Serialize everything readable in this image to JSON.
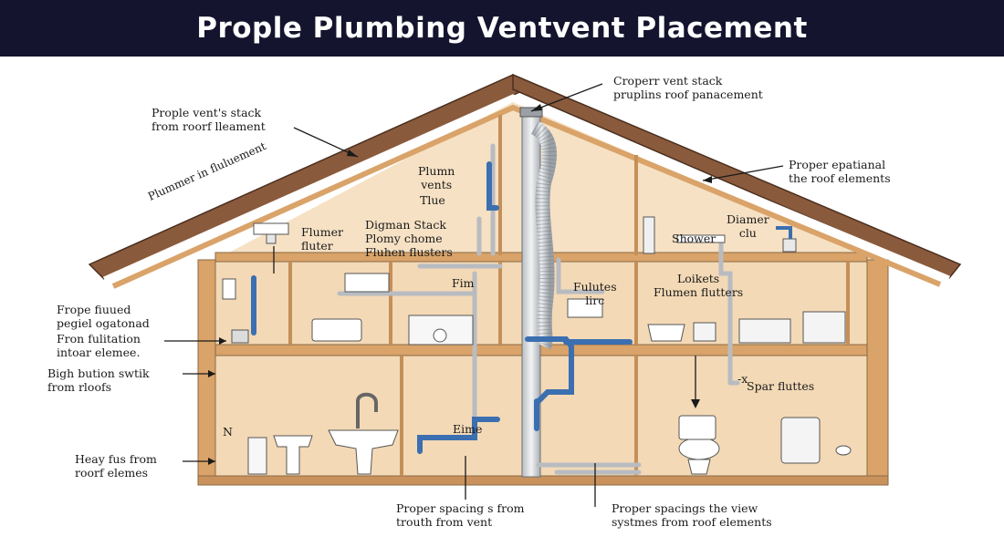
{
  "title": "Prople Plumbing Ventvent Placement",
  "labels": {
    "top_center": [
      "Croperr vent stack",
      "pruplins roof panacement"
    ],
    "top_left": [
      "Prople vent's stack",
      "from roorf lleament"
    ],
    "roof_diagonal": "Plummer in fluluement",
    "right_roof": [
      "Proper epatianal",
      "the roof elements"
    ],
    "plumn_vents": [
      "Plumn",
      "vents"
    ],
    "tlue": "Tlue",
    "flumer_fluter": [
      "Flumer",
      "fluter"
    ],
    "digman_stack": [
      "Digman Stack",
      "Plomy chome",
      "Fluhen flusters"
    ],
    "diamer": [
      "Diamer",
      "clu"
    ],
    "shower": "Shower",
    "fim": "Fim",
    "flutes_lirc": [
      "Fulutes",
      "lirc"
    ],
    "loikets": [
      "Loikets",
      "Flumen flutters"
    ],
    "left_1": [
      "Frope fiuued",
      "pegiel ogatonad"
    ],
    "left_2": [
      "Fron fulitation",
      "intoar elemee."
    ],
    "left_3": [
      "Bigh bution swtik",
      "from rloofs"
    ],
    "left_4": [
      "Heay fus from",
      "roorf elemes"
    ],
    "spar_flutes": "Spar fluttes",
    "dash_x": "-x",
    "n_mark": "N",
    "eime": "Eime",
    "bottom_center": [
      "Proper spacing s from",
      "trouth from vent"
    ],
    "bottom_right": [
      "Proper spacings the view",
      "systmes from roof elements"
    ]
  },
  "colors": {
    "title_bg": "#14142e",
    "roof": "#8a5a3c",
    "wall": "#f6e1c4",
    "frame": "#d8a56c",
    "vent_pipe": "#c9ccd0",
    "drain_pipe": "#3b6fb0"
  }
}
